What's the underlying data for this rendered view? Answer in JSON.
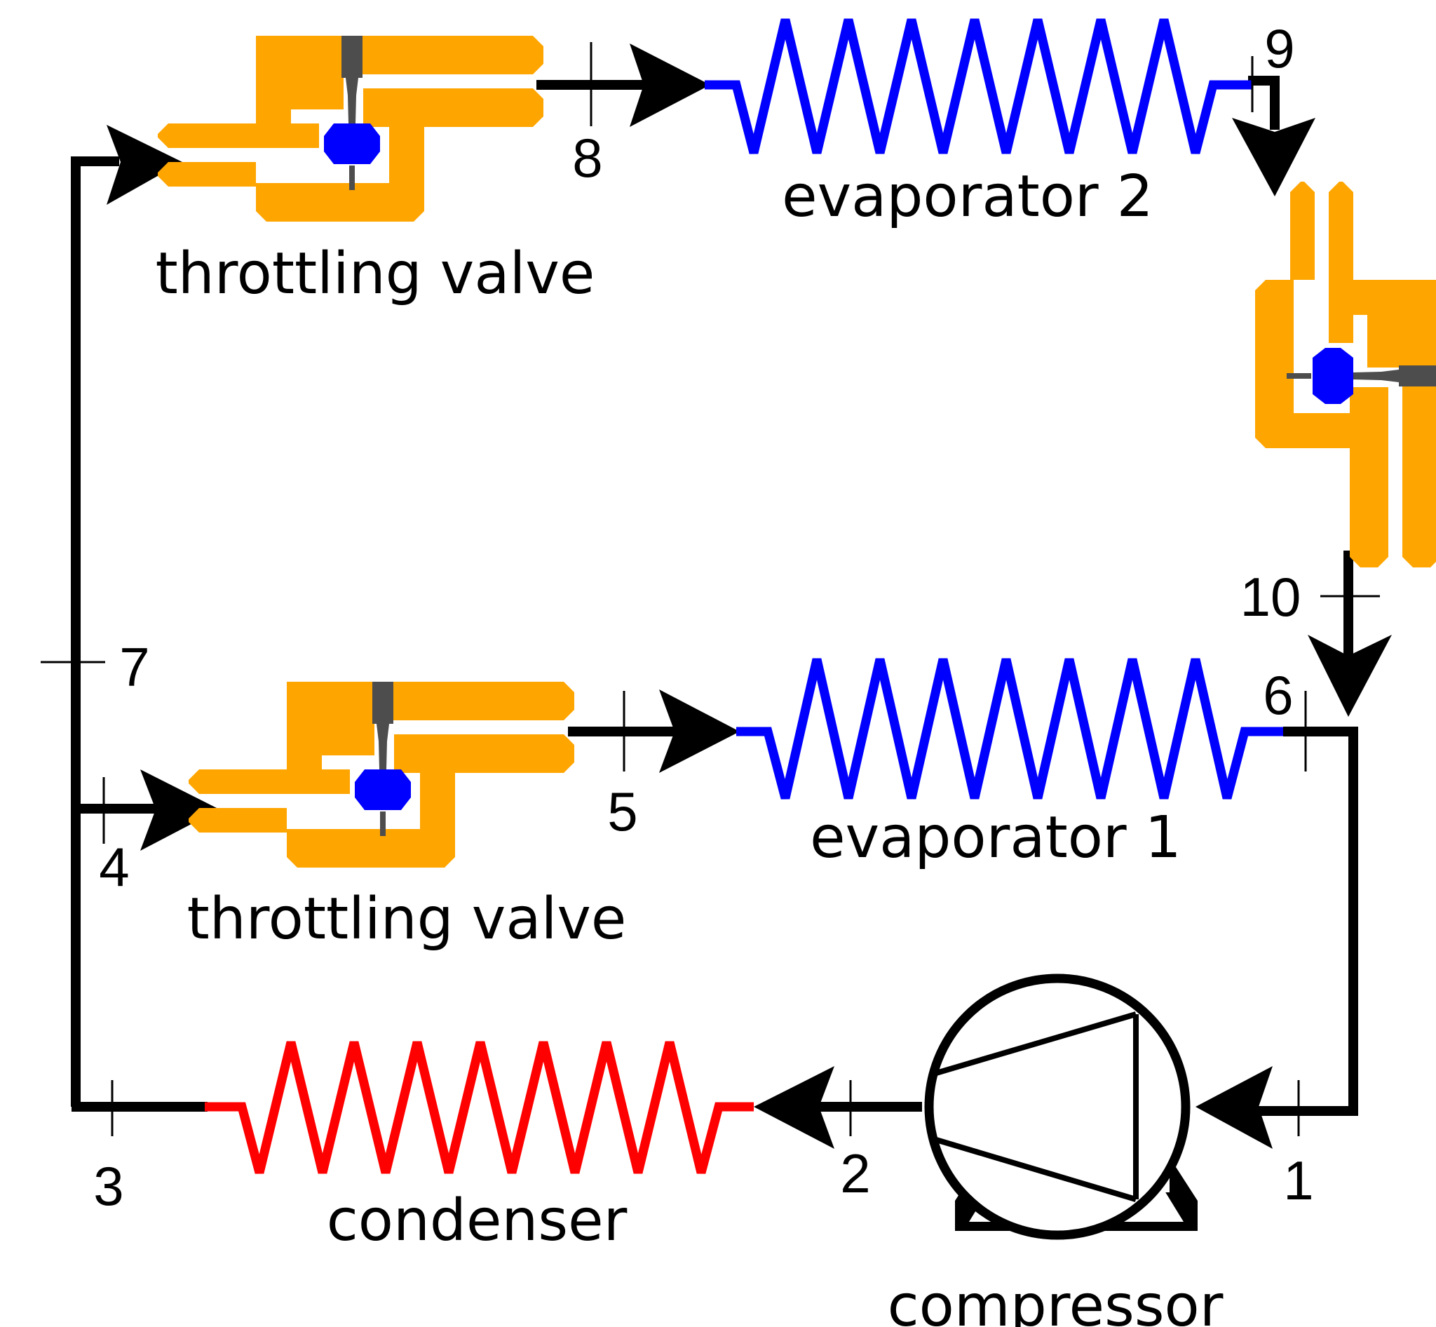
{
  "components": {
    "throttling_valve_top": "throttling valve",
    "throttling_valve_bottom": "throttling valve",
    "evaporator_2": "evaporator 2",
    "evaporator_1": "evaporator 1",
    "condenser": "condenser",
    "compressor": "compressor"
  },
  "states": {
    "s1": "1",
    "s2": "2",
    "s3": "3",
    "s4": "4",
    "s5": "5",
    "s6": "6",
    "s7": "7",
    "s8": "8",
    "s9": "9",
    "s10": "10"
  },
  "colors": {
    "pipe": "#000000",
    "evaporator": "#0000ff",
    "condenser": "#ff0000",
    "valve_body": "#ffa500",
    "valve_stem": "#4d4d4d",
    "valve_plug": "#0000ff"
  }
}
